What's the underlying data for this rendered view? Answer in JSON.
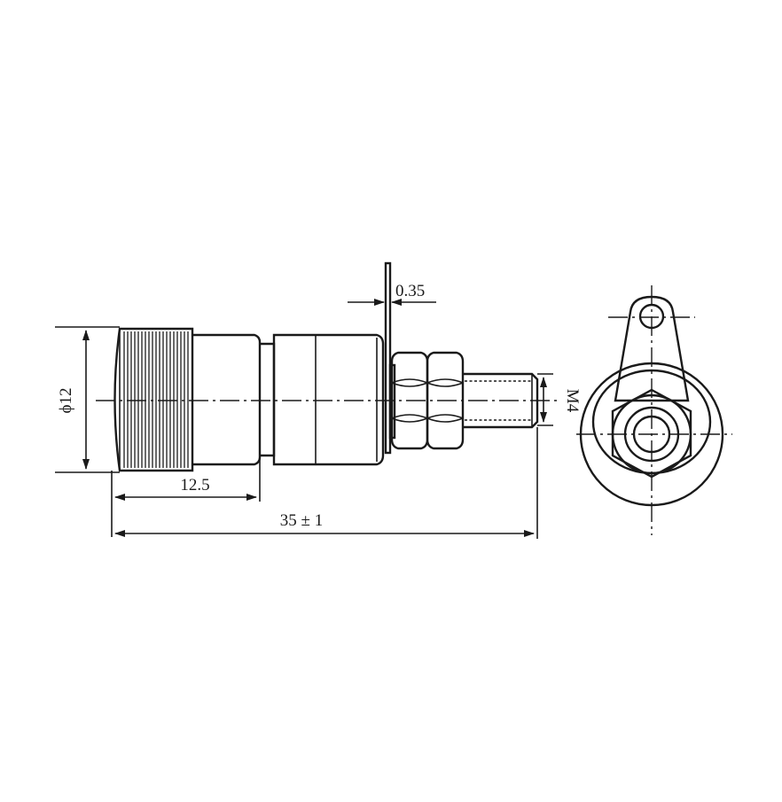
{
  "dimensions": {
    "diameter": "ϕ12",
    "knurl_length": "12.5",
    "overall_length": "35 ± 1",
    "tab_thickness": "0.35",
    "thread": "M4"
  },
  "colors": {
    "line": "#1a1a1a",
    "background": "#ffffff"
  }
}
